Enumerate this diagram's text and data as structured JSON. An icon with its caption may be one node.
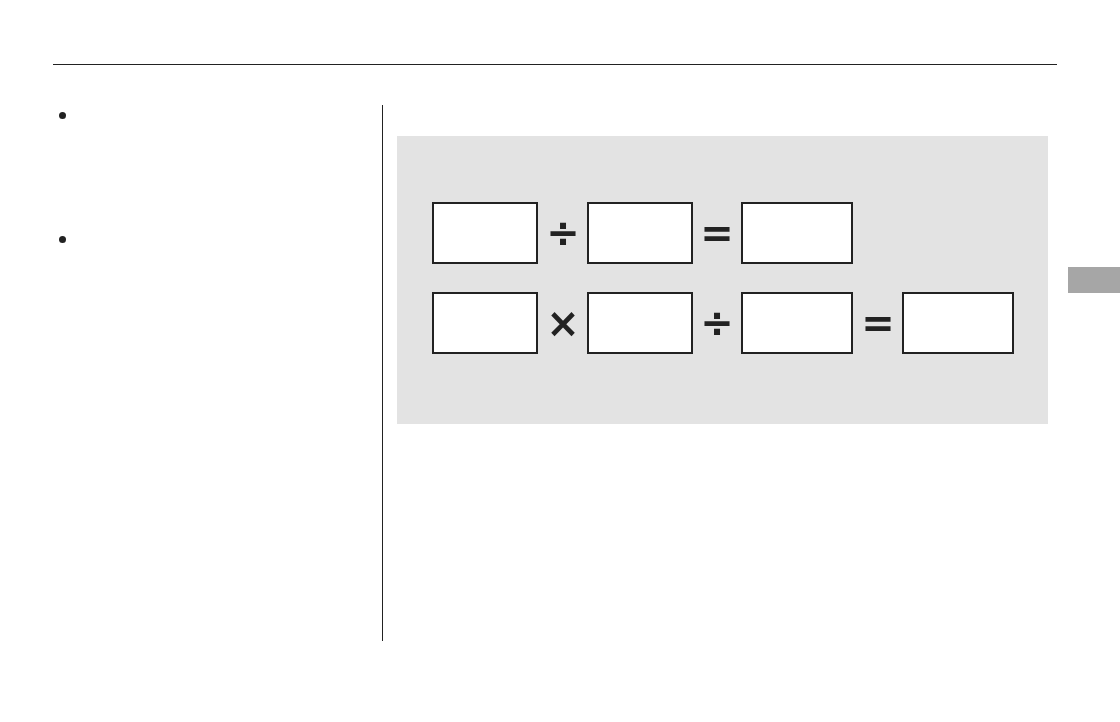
{
  "diagram": {
    "nodes": [
      {
        "text": [],
        "shape": "box"
      },
      {
        "text": [],
        "shape": "box"
      },
      {
        "text": [],
        "shape": "box"
      },
      {
        "text": [],
        "shape": "box"
      },
      {
        "text": [],
        "shape": "box"
      },
      {
        "text": [],
        "shape": "box"
      },
      {
        "text": [],
        "shape": "box"
      }
    ],
    "edges": [],
    "labels": [
      "÷",
      "=",
      "×",
      "÷",
      "="
    ]
  }
}
